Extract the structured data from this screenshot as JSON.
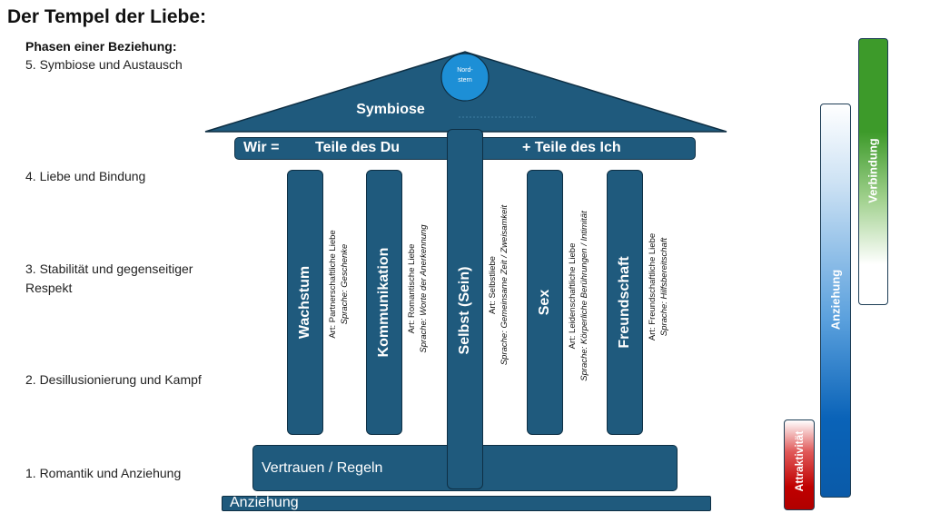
{
  "title": "Der Tempel der Liebe:",
  "phases": {
    "heading": "Phasen einer Beziehung:",
    "items": [
      "5. Symbiose und Austausch",
      "4. Liebe und Bindung",
      "3. Stabilität und gegenseitiger Respekt",
      "2. Desillusionierung und Kampf",
      "1. Romantik und Anziehung"
    ]
  },
  "temple": {
    "roof_label": "Symbiose",
    "nordstern": "Nord-\nstern",
    "beam": {
      "left": "Wir =",
      "middle": "Teile des Du",
      "right": "+ Teile des Ich"
    },
    "pillars": [
      {
        "label": "Wachstum",
        "art": "Art: Partnerschaftliche Liebe",
        "sprache": "Sprache: Geschenke"
      },
      {
        "label": "Kommunikation",
        "art": "Art: Romantische Liebe",
        "sprache": "Sprache: Worte der Anerkennung"
      },
      {
        "label": "Selbst (Sein)",
        "art": "Art: Selbstliebe",
        "sprache": "Sprache: Gemeinsame Zeit / Zweisamkeit"
      },
      {
        "label": "Sex",
        "art": "Art: Leidenschaftliche Liebe",
        "sprache": "Sprache: Körperliche Berührungen / Intimität"
      },
      {
        "label": "Freundschaft",
        "art": "Art: Freundschaftliche Liebe",
        "sprache": "Sprache: Hilfsbereitschaft"
      }
    ],
    "foundation": "Vertrauen / Regeln",
    "base": "Anziehung"
  },
  "side_bars": {
    "attraktivitaet": {
      "label": "Attraktivität",
      "color": "#c00000"
    },
    "anziehung": {
      "label": "Anziehung",
      "color": "#0a63b8"
    },
    "verbindung": {
      "label": "Verbindung",
      "color": "#3d9a2a"
    }
  },
  "colors": {
    "temple": "#1f5a7d",
    "outline": "#0e2f44",
    "nordstern": "#1d8fd6"
  }
}
